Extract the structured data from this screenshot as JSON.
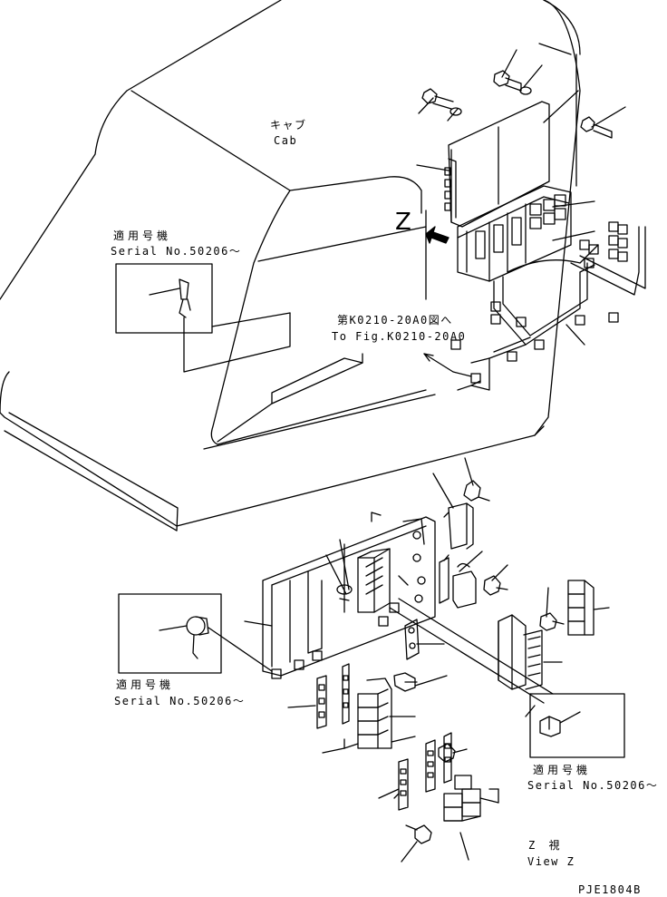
{
  "labels": {
    "cab_jp": "キャブ",
    "cab_en": "Cab",
    "serial_jp_1": "適用号機",
    "serial_en_1": "Serial No.50206～",
    "z_marker": "Z",
    "ref_jp": "第K0210-20A0図へ",
    "ref_en": "To Fig.K0210-20A0",
    "serial_jp_2": "適用号機",
    "serial_en_2": "Serial No.50206～",
    "serial_jp_3": "適用号機",
    "serial_en_3": "Serial No.50206～",
    "view_jp": "Z 視",
    "view_en": "View Z",
    "drawing_code": "PJE1804B"
  }
}
